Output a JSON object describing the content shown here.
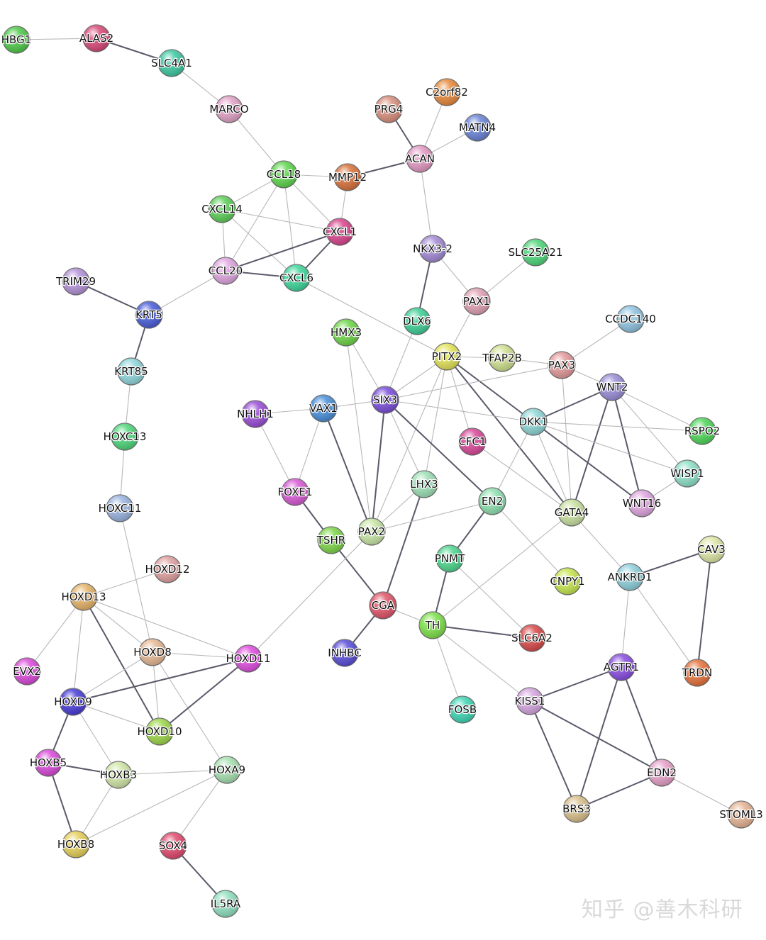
{
  "watermark": "知乎 @善木科研",
  "nodes": [
    {
      "id": "HBG1",
      "color": "#4fc94a"
    },
    {
      "id": "ALAS2",
      "color": "#d84a78"
    },
    {
      "id": "SLC4A1",
      "color": "#3fc9a3"
    },
    {
      "id": "MARCO",
      "color": "#e2a3c7"
    },
    {
      "id": "C2orf82",
      "color": "#e88a3c"
    },
    {
      "id": "PRG4",
      "color": "#d98f7e"
    },
    {
      "id": "MATN4",
      "color": "#6b84d6"
    },
    {
      "id": "ACAN",
      "color": "#e39ac3"
    },
    {
      "id": "CCL18",
      "color": "#5fd64f"
    },
    {
      "id": "MMP12",
      "color": "#d9733c"
    },
    {
      "id": "CXCL14",
      "color": "#5fcf5a"
    },
    {
      "id": "CXCL1",
      "color": "#d9478e"
    },
    {
      "id": "CCL20",
      "color": "#e0a6e0"
    },
    {
      "id": "CXCL6",
      "color": "#3fd69a"
    },
    {
      "id": "NKX3-2",
      "color": "#a48ad6"
    },
    {
      "id": "SLC25A21",
      "color": "#4fd67a"
    },
    {
      "id": "TRIM29",
      "color": "#b493d9"
    },
    {
      "id": "KRT5",
      "color": "#4a5ed9"
    },
    {
      "id": "PAX1",
      "color": "#e0a2b4"
    },
    {
      "id": "DLX6",
      "color": "#3fcf96"
    },
    {
      "id": "CCDC140",
      "color": "#8fc4e0"
    },
    {
      "id": "HMX3",
      "color": "#6fd64a"
    },
    {
      "id": "PITX2",
      "color": "#e3e35a"
    },
    {
      "id": "TFAP2B",
      "color": "#cfe08f"
    },
    {
      "id": "PAX3",
      "color": "#e39a9a"
    },
    {
      "id": "KRT85",
      "color": "#8fd6dc"
    },
    {
      "id": "WNT2",
      "color": "#9a8fd9"
    },
    {
      "id": "NHLH1",
      "color": "#9a4ed6"
    },
    {
      "id": "VAX1",
      "color": "#4a8fd9"
    },
    {
      "id": "SIX3",
      "color": "#7a4fd9"
    },
    {
      "id": "DKK1",
      "color": "#8fd6d6"
    },
    {
      "id": "RSPO2",
      "color": "#4fd65a"
    },
    {
      "id": "HOXC13",
      "color": "#4fd67a"
    },
    {
      "id": "CFC1",
      "color": "#d94a9a"
    },
    {
      "id": "WISP1",
      "color": "#8fe0c8"
    },
    {
      "id": "LHX3",
      "color": "#9ee0b6"
    },
    {
      "id": "FOXE1",
      "color": "#d95ad6"
    },
    {
      "id": "HOXC11",
      "color": "#9ab4e0"
    },
    {
      "id": "WNT16",
      "color": "#e0a6e0"
    },
    {
      "id": "EN2",
      "color": "#8fe0b0"
    },
    {
      "id": "GATA4",
      "color": "#c8e0a0"
    },
    {
      "id": "TSHR",
      "color": "#7ed64a"
    },
    {
      "id": "PAX2",
      "color": "#c8e6a6"
    },
    {
      "id": "CAV3",
      "color": "#dfe6a6"
    },
    {
      "id": "PNMT",
      "color": "#4fd68f"
    },
    {
      "id": "HOXD12",
      "color": "#e0a0a0"
    },
    {
      "id": "ANKRD1",
      "color": "#8fd0dc"
    },
    {
      "id": "CNPY1",
      "color": "#c6e64f"
    },
    {
      "id": "HOXD13",
      "color": "#e6b46a"
    },
    {
      "id": "CGA",
      "color": "#e0566a"
    },
    {
      "id": "TH",
      "color": "#7ee04a"
    },
    {
      "id": "SLC6A2",
      "color": "#d94a4a"
    },
    {
      "id": "HOXD8",
      "color": "#e6b894"
    },
    {
      "id": "INHBC",
      "color": "#5a4ed9"
    },
    {
      "id": "HOXD11",
      "color": "#e04ee0"
    },
    {
      "id": "AGTR1",
      "color": "#8a4ee0"
    },
    {
      "id": "EVX2",
      "color": "#d94ad9"
    },
    {
      "id": "TRDN",
      "color": "#e6733c"
    },
    {
      "id": "HOXD9",
      "color": "#4a3ed6"
    },
    {
      "id": "KISS1",
      "color": "#d6a6e0"
    },
    {
      "id": "FOSB",
      "color": "#3fd6b4"
    },
    {
      "id": "HOXD10",
      "color": "#9ed64a"
    },
    {
      "id": "HOXB5",
      "color": "#d94ad9"
    },
    {
      "id": "HOXA9",
      "color": "#a6e0b0"
    },
    {
      "id": "HOXB3",
      "color": "#d0e6a6"
    },
    {
      "id": "EDN2",
      "color": "#e6a0c8"
    },
    {
      "id": "BRS3",
      "color": "#d9c08a"
    },
    {
      "id": "STOML3",
      "color": "#e6b494"
    },
    {
      "id": "HOXB8",
      "color": "#e6cf5a"
    },
    {
      "id": "SOX4",
      "color": "#e04a6e"
    },
    {
      "id": "IL5RA",
      "color": "#8fe0c0"
    }
  ],
  "edges": [
    [
      "HBG1",
      "ALAS2"
    ],
    [
      "ALAS2",
      "SLC4A1"
    ],
    [
      "SLC4A1",
      "MARCO"
    ],
    [
      "MARCO",
      "CCL18"
    ],
    [
      "PRG4",
      "ACAN"
    ],
    [
      "C2orf82",
      "ACAN"
    ],
    [
      "MATN4",
      "ACAN"
    ],
    [
      "ACAN",
      "MMP12"
    ],
    [
      "ACAN",
      "NKX3-2"
    ],
    [
      "MMP12",
      "CCL18"
    ],
    [
      "MMP12",
      "CXCL1"
    ],
    [
      "CCL18",
      "CXCL14"
    ],
    [
      "CCL18",
      "CXCL1"
    ],
    [
      "CCL18",
      "CCL20"
    ],
    [
      "CCL18",
      "CXCL6"
    ],
    [
      "CXCL14",
      "CXCL1"
    ],
    [
      "CXCL14",
      "CCL20"
    ],
    [
      "CXCL14",
      "CXCL6"
    ],
    [
      "CXCL1",
      "CCL20"
    ],
    [
      "CXCL1",
      "CXCL6"
    ],
    [
      "CCL20",
      "CXCL6"
    ],
    [
      "CCL20",
      "KRT5"
    ],
    [
      "CXCL6",
      "PITX2"
    ],
    [
      "TRIM29",
      "KRT5"
    ],
    [
      "KRT5",
      "KRT85"
    ],
    [
      "KRT85",
      "HOXC13"
    ],
    [
      "HOXC13",
      "HOXC11"
    ],
    [
      "HOXC11",
      "HOXD8"
    ],
    [
      "NKX3-2",
      "DLX6"
    ],
    [
      "NKX3-2",
      "PAX1"
    ],
    [
      "SLC25A21",
      "PAX1"
    ],
    [
      "PAX1",
      "PITX2"
    ],
    [
      "DLX6",
      "SIX3"
    ],
    [
      "CCDC140",
      "PAX3"
    ],
    [
      "PITX2",
      "TFAP2B"
    ],
    [
      "TFAP2B",
      "PAX3"
    ],
    [
      "PITX2",
      "SIX3"
    ],
    [
      "PITX2",
      "PAX2"
    ],
    [
      "PITX2",
      "LHX3"
    ],
    [
      "PITX2",
      "CFC1"
    ],
    [
      "PITX2",
      "GATA4"
    ],
    [
      "PITX2",
      "DKK1"
    ],
    [
      "PAX3",
      "SIX3"
    ],
    [
      "PAX3",
      "GATA4"
    ],
    [
      "PAX3",
      "WNT2"
    ],
    [
      "HMX3",
      "SIX3"
    ],
    [
      "HMX3",
      "PAX2"
    ],
    [
      "NHLH1",
      "VAX1"
    ],
    [
      "VAX1",
      "SIX3"
    ],
    [
      "VAX1",
      "FOXE1"
    ],
    [
      "VAX1",
      "PAX2"
    ],
    [
      "NHLH1",
      "FOXE1"
    ],
    [
      "SIX3",
      "PAX2"
    ],
    [
      "SIX3",
      "LHX3"
    ],
    [
      "SIX3",
      "EN2"
    ],
    [
      "SIX3",
      "DKK1"
    ],
    [
      "WNT2",
      "DKK1"
    ],
    [
      "WNT2",
      "WNT16"
    ],
    [
      "WNT2",
      "RSPO2"
    ],
    [
      "WNT2",
      "WISP1"
    ],
    [
      "WNT2",
      "GATA4"
    ],
    [
      "DKK1",
      "RSPO2"
    ],
    [
      "DKK1",
      "WISP1"
    ],
    [
      "DKK1",
      "WNT16"
    ],
    [
      "DKK1",
      "GATA4"
    ],
    [
      "DKK1",
      "EN2"
    ],
    [
      "WISP1",
      "WNT16"
    ],
    [
      "CFC1",
      "GATA4"
    ],
    [
      "LHX3",
      "PAX2"
    ],
    [
      "LHX3",
      "CGA"
    ],
    [
      "FOXE1",
      "TSHR"
    ],
    [
      "TSHR",
      "CGA"
    ],
    [
      "EN2",
      "PAX2"
    ],
    [
      "EN2",
      "PNMT"
    ],
    [
      "EN2",
      "CNPY1"
    ],
    [
      "GATA4",
      "ANKRD1"
    ],
    [
      "GATA4",
      "TH"
    ],
    [
      "PAX2",
      "HOXD11"
    ],
    [
      "PNMT",
      "TH"
    ],
    [
      "PNMT",
      "SLC6A2"
    ],
    [
      "CAV3",
      "ANKRD1"
    ],
    [
      "CAV3",
      "TRDN"
    ],
    [
      "ANKRD1",
      "TRDN"
    ],
    [
      "ANKRD1",
      "AGTR1"
    ],
    [
      "CGA",
      "INHBC"
    ],
    [
      "CGA",
      "TH"
    ],
    [
      "TH",
      "SLC6A2"
    ],
    [
      "TH",
      "FOSB"
    ],
    [
      "TH",
      "KISS1"
    ],
    [
      "AGTR1",
      "KISS1"
    ],
    [
      "AGTR1",
      "BRS3"
    ],
    [
      "AGTR1",
      "EDN2"
    ],
    [
      "KISS1",
      "BRS3"
    ],
    [
      "KISS1",
      "EDN2"
    ],
    [
      "BRS3",
      "EDN2"
    ],
    [
      "EDN2",
      "STOML3"
    ],
    [
      "HOXD12",
      "HOXD13"
    ],
    [
      "HOXD13",
      "EVX2"
    ],
    [
      "HOXD13",
      "HOXD8"
    ],
    [
      "HOXD13",
      "HOXD11"
    ],
    [
      "HOXD13",
      "HOXD9"
    ],
    [
      "HOXD13",
      "HOXD10"
    ],
    [
      "HOXD8",
      "HOXD9"
    ],
    [
      "HOXD8",
      "HOXD10"
    ],
    [
      "HOXD8",
      "HOXD11"
    ],
    [
      "HOXD8",
      "HOXA9"
    ],
    [
      "HOXD9",
      "HOXD11"
    ],
    [
      "HOXD9",
      "HOXD10"
    ],
    [
      "HOXD9",
      "HOXB5"
    ],
    [
      "HOXD9",
      "HOXB3"
    ],
    [
      "HOXD10",
      "HOXD11"
    ],
    [
      "HOXB5",
      "HOXB3"
    ],
    [
      "HOXB5",
      "HOXB8"
    ],
    [
      "HOXB3",
      "HOXA9"
    ],
    [
      "HOXB3",
      "HOXB8"
    ],
    [
      "HOXA9",
      "HOXB8"
    ],
    [
      "HOXA9",
      "SOX4"
    ],
    [
      "SOX4",
      "IL5RA"
    ]
  ]
}
